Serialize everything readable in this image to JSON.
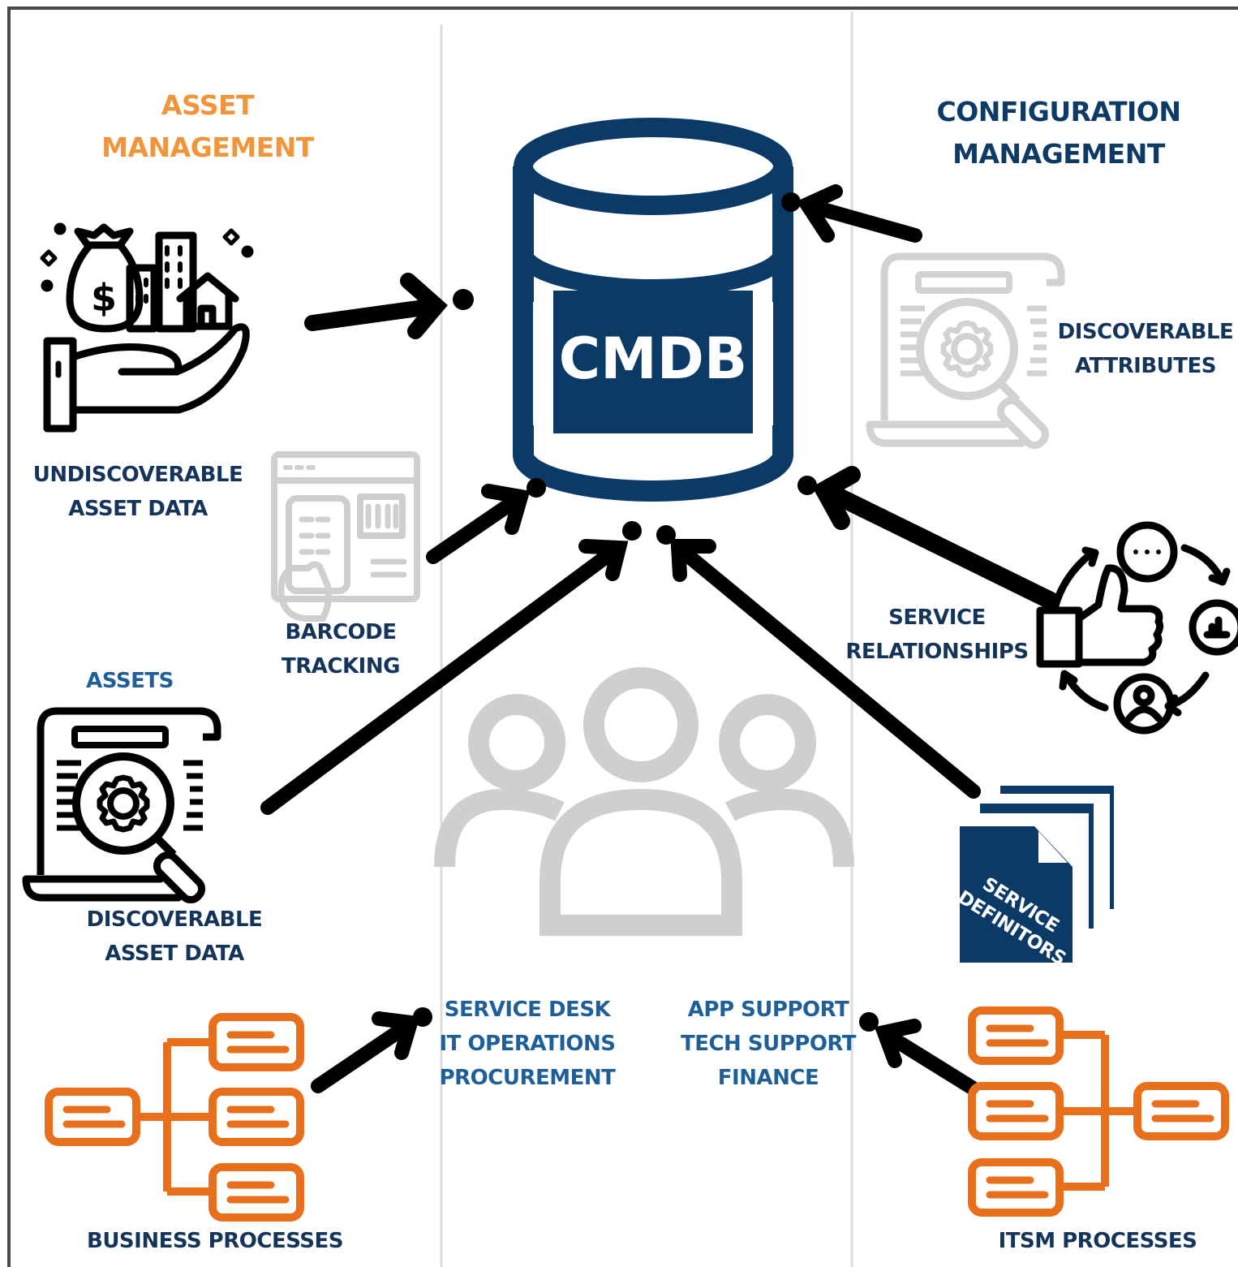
{
  "colors": {
    "navy": "#0b3a66",
    "orange": "#e86f1c",
    "orange_title": "#f0953a",
    "gray_icon": "#cfcfcf",
    "arrow": "#000000"
  },
  "cmdb": {
    "label": "CMDB",
    "icon": "database-cylinder"
  },
  "sections": {
    "asset_management": {
      "title_lines": [
        "ASSET",
        "MANAGEMENT"
      ]
    },
    "configuration_management": {
      "title_lines": [
        "CONFIGURATION",
        "MANAGEMENT"
      ]
    }
  },
  "nodes": {
    "undiscoverable": {
      "lines": [
        "UNDISCOVERABLE",
        "ASSET DATA"
      ],
      "icon": "assets-in-hand-icon"
    },
    "barcode": {
      "lines": [
        "BARCODE",
        "TRACKING"
      ],
      "icon": "barcode-tablet-icon"
    },
    "assets_heading": {
      "text": "ASSETS"
    },
    "discoverable_asset": {
      "lines": [
        "DISCOVERABLE",
        "ASSET DATA"
      ],
      "icon": "document-gear-magnifier-icon"
    },
    "discoverable_attr": {
      "lines": [
        "DISCOVERABLE",
        "ATTRIBUTES"
      ],
      "icon": "document-gear-magnifier-icon"
    },
    "service_rel": {
      "lines": [
        "SERVICE",
        "RELATIONSHIPS"
      ],
      "icon": "thumbs-up-cycle-icon"
    },
    "service_def": {
      "lines": [
        "SERVICE",
        "DEFINITORS"
      ],
      "icon": "stacked-documents-icon"
    },
    "teams_left": {
      "lines": [
        "SERVICE DESK",
        "IT OPERATIONS",
        "PROCUREMENT"
      ]
    },
    "teams_right": {
      "lines": [
        "APP SUPPORT",
        "TECH SUPPORT",
        "FINANCE"
      ]
    },
    "users": {
      "icon": "people-group-icon"
    },
    "business": {
      "label": "BUSINESS PROCESSES",
      "icon": "process-tree-icon"
    },
    "itsm": {
      "label": "ITSM PROCESSES",
      "icon": "process-tree-icon"
    }
  }
}
